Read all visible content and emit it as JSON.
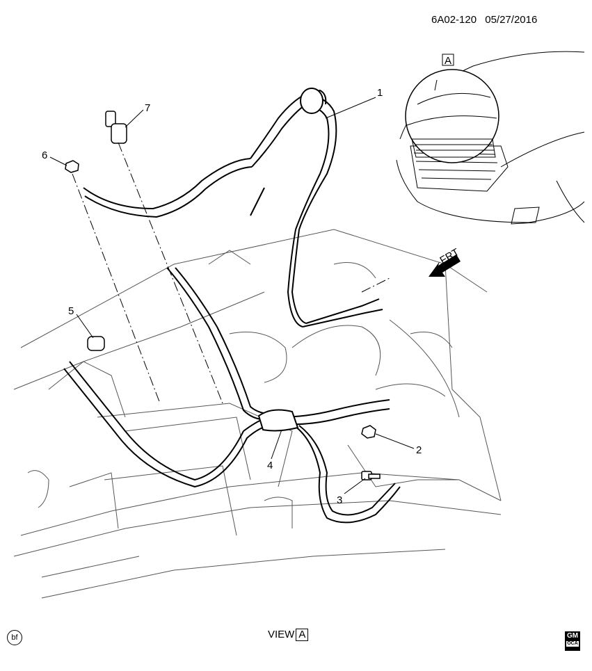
{
  "header": {
    "diagram_code": "6A02-120",
    "date": "05/27/2016"
  },
  "callouts": [
    "1",
    "2",
    "3",
    "4",
    "5",
    "6",
    "7"
  ],
  "view_ref": {
    "letter": "A",
    "text": "VIEW"
  },
  "direction_label": "FRT",
  "footer": {
    "bf_mark": "bf",
    "logo_text": "GM",
    "logo_sub": "OCA"
  }
}
